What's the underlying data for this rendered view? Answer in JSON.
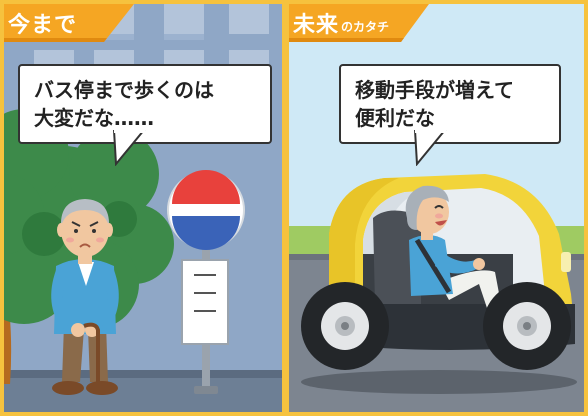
{
  "left_panel": {
    "tag": "今まで",
    "speech": [
      "バス停まで歩くのは",
      "大変だな……"
    ]
  },
  "right_panel": {
    "tag_main": "未来",
    "tag_sub": "のカタチ",
    "speech": [
      "移動手段が増えて",
      "便利だな"
    ]
  },
  "colors": {
    "frame": "#f6c23e",
    "tag": "#f5a623",
    "sky_left": "#8fa7c6",
    "sky_right": "#cfe9f6",
    "car_body": "#f2d43a",
    "bus_sign_red": "#e8413c",
    "bus_sign_blue": "#3a63b8",
    "tree": "#3d8a4a",
    "shirt": "#4aa3d6"
  }
}
